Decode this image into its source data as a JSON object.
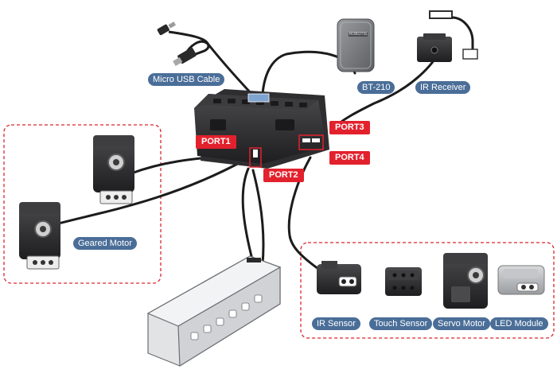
{
  "labels": {
    "micro_usb_cable": "Micro USB Cable",
    "bt210": "BT-210",
    "ir_receiver": "IR Receiver",
    "geared_motor": "Geared Motor",
    "ir_sensor": "IR Sensor",
    "touch_sensor": "Touch Sensor",
    "servo_motor": "Servo Motor",
    "led_module": "LED Module"
  },
  "ports": {
    "port1": "PORT1",
    "port2": "PORT2",
    "port3": "PORT3",
    "port4": "PORT4"
  },
  "bt210_brand": "ROBOTIS",
  "colors": {
    "label_blue": "#4a6e98",
    "port_red": "#e3212d",
    "dashed_box": "#d9262e",
    "device_dark": "#2e2e30",
    "cable": "#1c1c1c"
  }
}
